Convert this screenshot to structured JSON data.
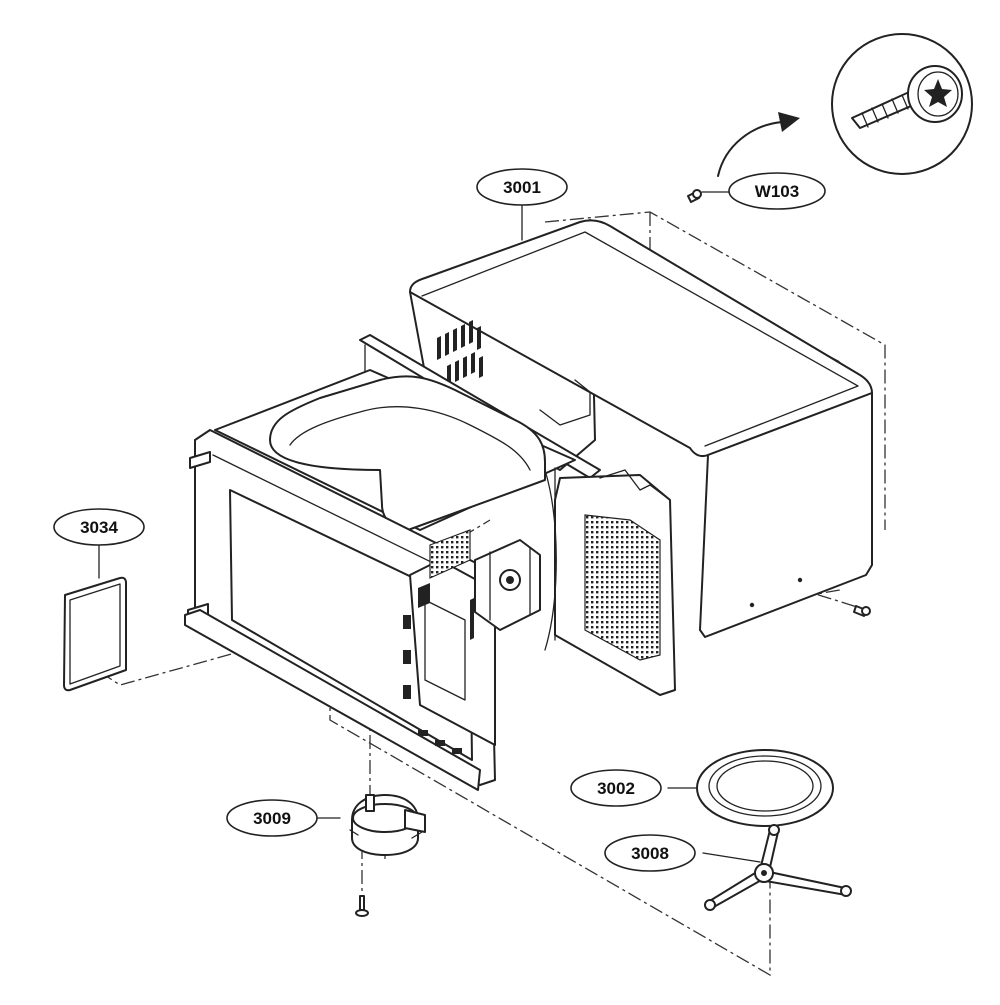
{
  "callouts": {
    "cabinet": "3001",
    "screw": "W103",
    "label_plate": "3034",
    "motor": "3009",
    "tray": "3002",
    "roller": "3008"
  }
}
